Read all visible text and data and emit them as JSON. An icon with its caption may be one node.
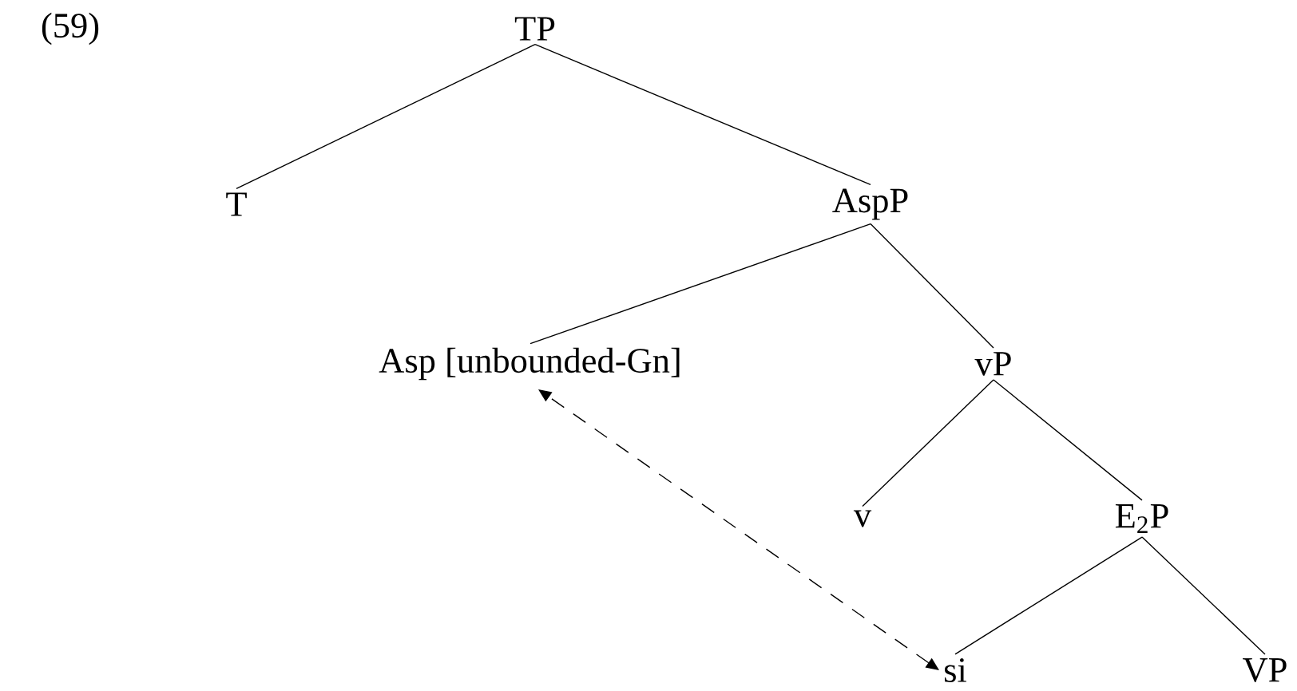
{
  "diagram": {
    "nodes": [
      {
        "text": [
          "TP"
        ]
      },
      {
        "text": [
          "T"
        ]
      },
      {
        "text": [
          "AspP"
        ]
      },
      {
        "text": [
          "Asp [unbounded-Gn]"
        ]
      },
      {
        "text": [
          "vP"
        ]
      },
      {
        "text": [
          "v"
        ]
      },
      {
        "text": [
          "E$_{2}$P"
        ]
      },
      {
        "text": [
          "si"
        ]
      },
      {
        "text": [
          "VP"
        ]
      }
    ],
    "edges": [
      {
        "from": 0,
        "to": 1,
        "arrow": "none"
      },
      {
        "from": 0,
        "to": 2,
        "arrow": "none"
      },
      {
        "from": 2,
        "to": 3,
        "arrow": "none"
      },
      {
        "from": 2,
        "to": 4,
        "arrow": "none"
      },
      {
        "from": 4,
        "to": 5,
        "arrow": "none"
      },
      {
        "from": 4,
        "to": 6,
        "arrow": "none"
      },
      {
        "from": 6,
        "to": 7,
        "arrow": "none"
      },
      {
        "from": 6,
        "to": 8,
        "arrow": "none"
      },
      {
        "from": 7,
        "to": 3,
        "arrow": "both",
        "style": "dashed"
      }
    ],
    "labels": [
      "(59)"
    ]
  }
}
